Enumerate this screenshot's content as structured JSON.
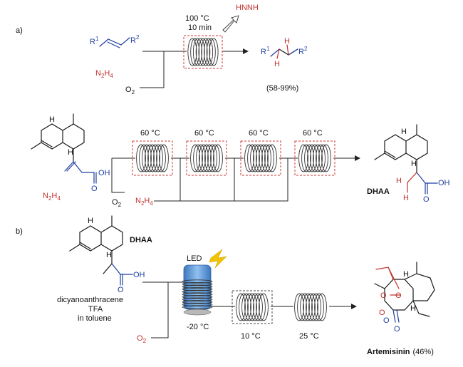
{
  "panel_a": {
    "label": "a)",
    "top": {
      "conditions_temp": "100 °C",
      "conditions_time": "10 min",
      "intermediate": "HNNH",
      "reagent_o2": "O",
      "reagent_o2_sub": "2",
      "reagent_n2h4_n": "N",
      "reagent_n2h4_2": "2",
      "reagent_n2h4_h": "H",
      "reagent_n2h4_4": "4",
      "r1": "R",
      "r1_sup": "1",
      "r2": "R",
      "r2_sup": "2",
      "h_atom": "H",
      "yield": "(58-99%)"
    },
    "flow": {
      "temps": [
        "60 °C",
        "60 °C",
        "60 °C",
        "60 °C"
      ],
      "reagent_o2": "O",
      "reagent_o2_sub": "2",
      "reagent_n2h4_n": "N",
      "reagent_n2h4_2": "2",
      "reagent_n2h4_h": "H",
      "reagent_n2h4_4": "4",
      "substrate_n2h4_n": "N",
      "substrate_n2h4_2": "2",
      "substrate_n2h4_h": "H",
      "substrate_n2h4_4": "4",
      "h_atom": "H",
      "oh": "OH",
      "o": "O",
      "product": "DHAA"
    }
  },
  "panel_b": {
    "label": "b)",
    "substrate": "DHAA",
    "h_atom": "H",
    "oh": "OH",
    "o": "O",
    "led": "LED",
    "reagents": [
      "dicyanoanthracene",
      "TFA",
      "in toluene"
    ],
    "reagent_o2": "O",
    "reagent_o2_sub": "2",
    "temps": [
      "-20 °C",
      "10 °C",
      "25 °C"
    ],
    "product": "Artemisinin",
    "product_yield": "(46%)"
  },
  "colors": {
    "red": "#c0322d",
    "blue": "#1f3fa0",
    "led_blue": "#4f8fd0",
    "bolt": "#f2c300"
  }
}
